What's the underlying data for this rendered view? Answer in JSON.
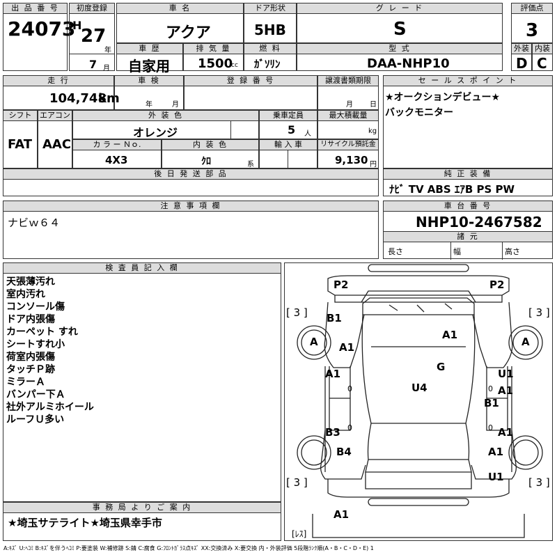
{
  "header": {
    "lot_label": "出 品 番 号",
    "lot_no": "24073",
    "first_reg_label": "初度登録",
    "era": "H",
    "year": "27",
    "year_unit": "年",
    "month": "7",
    "month_unit": "月",
    "name_label": "車 名",
    "name": "アクア",
    "door_label": "ドア形状",
    "door": "5HB",
    "grade_label": "グ レ ー ド",
    "grade": "S",
    "score_label": "評価点",
    "score": "3",
    "history_label": "車 歴",
    "history": "自家用",
    "disp_label": "排 気 量",
    "disp": "1500",
    "disp_unit": "cc",
    "fuel_label": "燃 料",
    "fuel": "ｶﾞｿﾘﾝ",
    "model_label": "型 式",
    "model": "DAA-NHP10",
    "ext_label": "外装",
    "ext": "D",
    "int_label": "内装",
    "int": "C"
  },
  "row2": {
    "mileage_label": "走 行",
    "mileage": "104,748",
    "mileage_unit": "km",
    "inspection_label": "車 検",
    "insp_year": "年",
    "insp_month": "月",
    "reg_label": "登 録 番 号",
    "transfer_label": "譲渡書類期限",
    "transfer_month": "月",
    "transfer_day": "日",
    "shift_label": "シフト",
    "shift": "FAT",
    "ac_label": "エアコン",
    "ac": "AAC",
    "color_label": "外 装 色",
    "color": "オレンジ",
    "capacity_label": "乗車定員",
    "capacity": "5",
    "capacity_unit": "人",
    "load_label": "最大積載量",
    "load_unit": "kg",
    "color_no_label": "カ ラ ー Ｎｏ.",
    "color_no": "4X3",
    "interior_label": "内 装 色",
    "interior": "ｸﾛ",
    "interior_unit": "系",
    "import_label": "輸 入 車",
    "recycle_label": "リサイクル預託金",
    "recycle": "9,130",
    "recycle_unit": "円",
    "later_label": "後 日 発 送 部 品"
  },
  "sales": {
    "label": "セ ー ル ス ポ イ ン ト",
    "lines": [
      "★オークションデビュー★",
      "バックモニター"
    ]
  },
  "equip": {
    "label": "純 正 装 備",
    "value": "ﾅﾋﾞ  TV  ABS  ｴｱB  PS  PW"
  },
  "caution": {
    "label": "注 意 事 項 欄",
    "value": "ナビｗ６４"
  },
  "chassis": {
    "label": "車 台 番 号",
    "value": "NHP10-2467582",
    "spec_label": "諸 元",
    "length": "長さ",
    "width": "幅",
    "height": "高さ"
  },
  "inspector": {
    "label": "検 査 員 記 入 欄",
    "lines": [
      "天張薄汚れ",
      "室内汚れ",
      "コンソール傷",
      "ドア内張傷",
      "カーペット すれ",
      "シートすれ小",
      "荷室内張傷",
      "タッチＰ跡",
      "ミラーＡ",
      "バンパー下Ａ",
      "社外アルミホイール",
      "ルーフＵ多い"
    ]
  },
  "office": {
    "label": "事 務 局 よ り ご 案 内",
    "value": "★埼玉サテライト★埼玉県幸手市"
  },
  "diagram": {
    "marks": [
      "P2",
      "P2",
      "B1",
      "A",
      "A1",
      "A1",
      "A",
      "G",
      "A1",
      "U1",
      "U4",
      "A1",
      "B1",
      "B3",
      "A1",
      "B4",
      "A1",
      "U1",
      "A1"
    ],
    "tires": [
      "[ 3 ]",
      "[ 3 ]",
      "[ 3 ]",
      "[ 3 ]"
    ],
    "spare": "[ﾚｽ]",
    "zeros": [
      "0",
      "0",
      "0",
      "0"
    ]
  },
  "legend": "A:ｷｽﾞ  U:ﾍｺﾐ  B:ｷｽﾞを伴うﾍｺﾐ  P:要塗装  W:補修跡  S:錆  C:腐食  G:ﾌﾛﾝﾄｶﾞﾗｽ点ｷｽﾞ  XX:交換済み  X:要交換  内・外装評価  5段階ﾗﾝｸ順(A・B・C・D・E)  1"
}
